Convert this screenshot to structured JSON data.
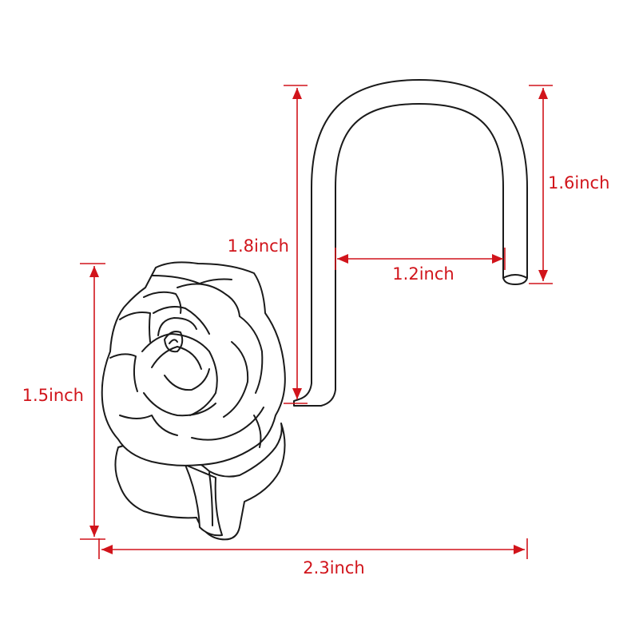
{
  "dimensions": {
    "total_height": "1.8inch",
    "hook_height": "1.6inch",
    "hook_width": "1.2inch",
    "rose_height": "1.5inch",
    "total_width": "2.3inch"
  },
  "colors": {
    "dimension": "#d1141b",
    "outline": "#1a1a1a",
    "background": "#ffffff"
  }
}
